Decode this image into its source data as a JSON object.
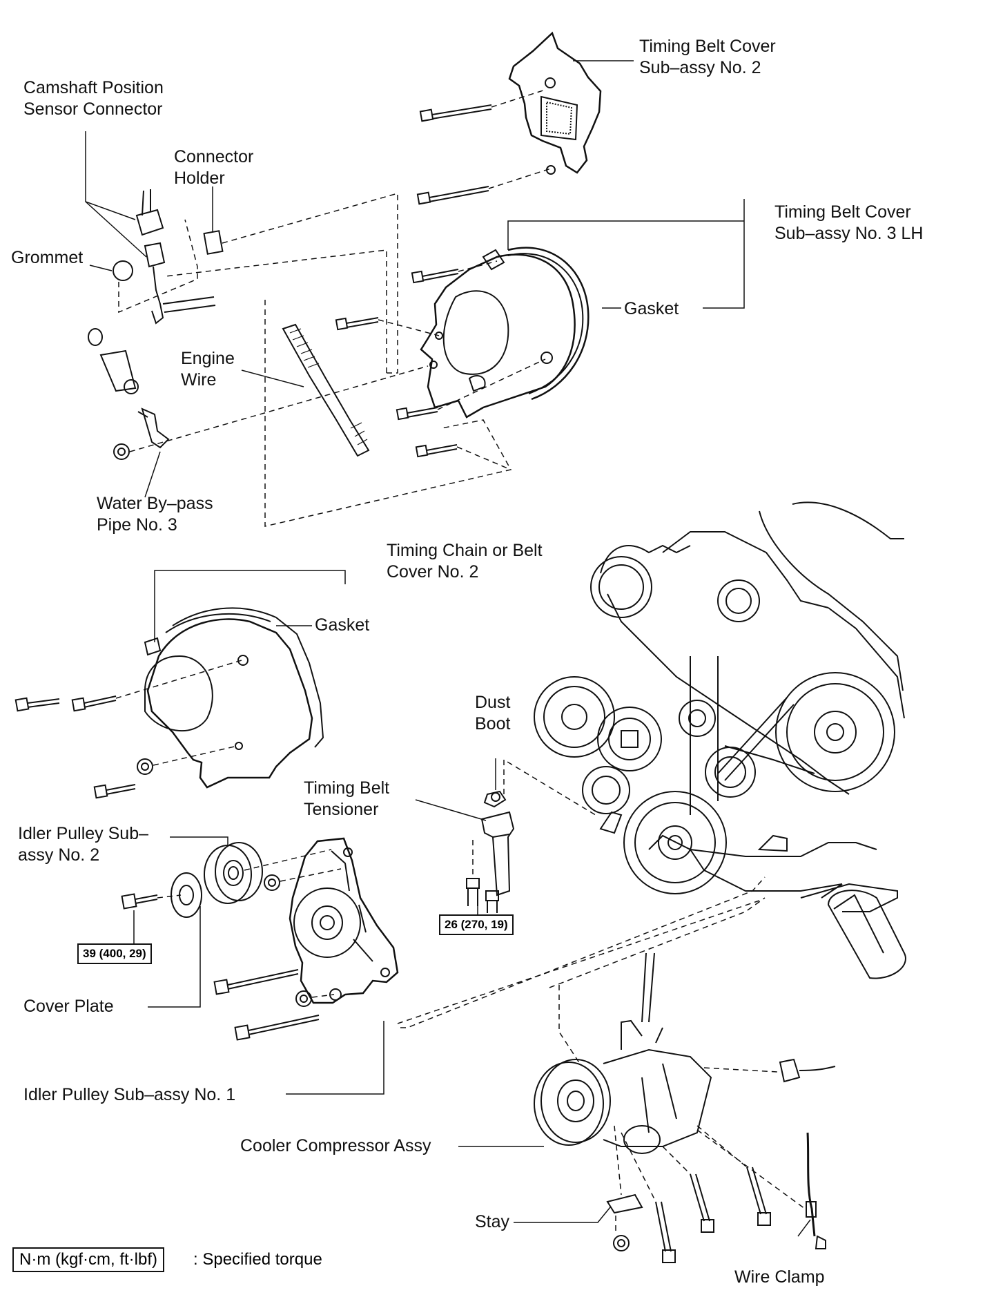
{
  "labels": {
    "timing_belt_cover_no2": [
      "Timing Belt Cover",
      "Sub–assy No. 2"
    ],
    "camshaft_position_sensor_connector": [
      "Camshaft Position",
      "Sensor Connector"
    ],
    "connector_holder": [
      "Connector",
      "Holder"
    ],
    "timing_belt_cover_no3_lh": [
      "Timing Belt Cover",
      "Sub–assy No. 3 LH"
    ],
    "grommet": "Grommet",
    "gasket_upper": "Gasket",
    "engine_wire": [
      "Engine",
      "Wire"
    ],
    "water_bypass_pipe": [
      "Water By–pass",
      "Pipe No. 3"
    ],
    "timing_chain_or_belt_cover": [
      "Timing Chain or Belt",
      "Cover No. 2"
    ],
    "gasket_middle": "Gasket",
    "dust_boot": [
      "Dust",
      "Boot"
    ],
    "timing_belt_tensioner": [
      "Timing Belt",
      "Tensioner"
    ],
    "idler_pulley_no2": [
      "Idler Pulley Sub–",
      "assy No. 2"
    ],
    "cover_plate": "Cover Plate",
    "idler_pulley_no1": "Idler Pulley Sub–assy No. 1",
    "cooler_compressor_assy": "Cooler Compressor Assy",
    "stay": "Stay",
    "wire_clamp": "Wire Clamp"
  },
  "torques": {
    "idler_bolt": "39 (400, 29)",
    "tensioner_bolts": "26 (270, 19)"
  },
  "legend": {
    "box": "N·m (kgf·cm, ft·lbf)",
    "text": ": Specified torque"
  }
}
